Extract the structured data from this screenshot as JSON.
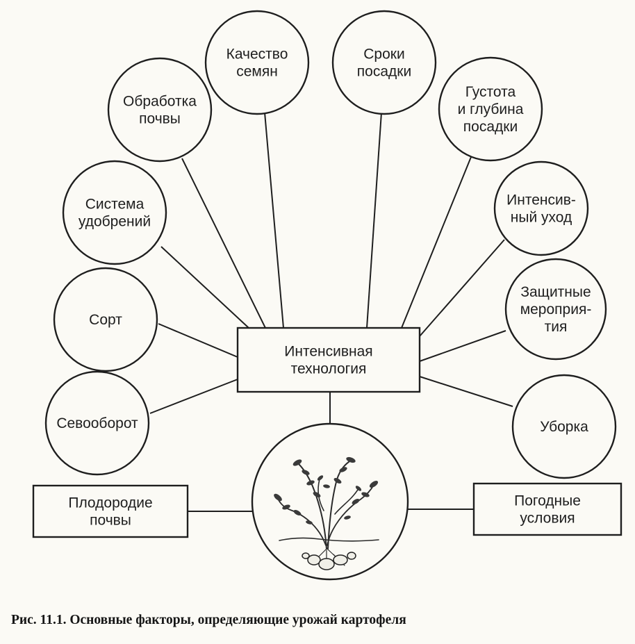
{
  "diagram": {
    "center": {
      "lines": [
        "Интенсивная",
        "технология"
      ]
    },
    "factors": [
      {
        "id": "sevooborot",
        "lines": [
          "Севооборот"
        ]
      },
      {
        "id": "sort",
        "lines": [
          "Сорт"
        ]
      },
      {
        "id": "sistema-udobreniy",
        "lines": [
          "Система",
          "удобрений"
        ]
      },
      {
        "id": "obrabotka-pochvy",
        "lines": [
          "Обработка",
          "почвы"
        ]
      },
      {
        "id": "kachestvo-semyan",
        "lines": [
          "Качество",
          "семян"
        ]
      },
      {
        "id": "sroki-posadki",
        "lines": [
          "Сроки",
          "посадки"
        ]
      },
      {
        "id": "gustota",
        "lines": [
          "Густота",
          "и глубина",
          "посадки"
        ]
      },
      {
        "id": "intensivnyy-ukhod",
        "lines": [
          "Интенсив-",
          "ный уход"
        ]
      },
      {
        "id": "zashchitnye",
        "lines": [
          "Защитные",
          "мероприя-",
          "тия"
        ]
      },
      {
        "id": "uborka",
        "lines": [
          "Уборка"
        ]
      }
    ],
    "external": [
      {
        "id": "plodorodie",
        "lines": [
          "Плодородие",
          "почвы"
        ]
      },
      {
        "id": "pogodnye",
        "lines": [
          "Погодные",
          "условия"
        ]
      }
    ],
    "plant_icon": "potato-plant-icon"
  },
  "caption": "Рис. 11.1. Основные факторы, определяющие урожай картофеля"
}
